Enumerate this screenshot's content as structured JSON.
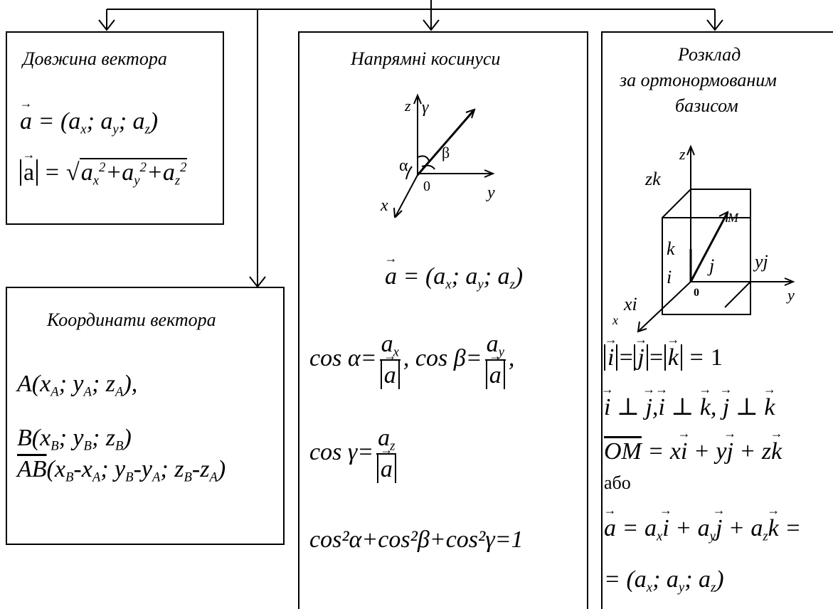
{
  "boxes": {
    "length": {
      "title": "Довжина вектора",
      "f_vec": "a = (a",
      "f_vec_rest": "; a",
      "len_label": "a"
    },
    "coords": {
      "title": "Координати вектора",
      "A": "A",
      "B": "B",
      "AB": "AB"
    },
    "cosines": {
      "title": "Напрямні косинуси",
      "fig_labels": {
        "z": "z",
        "x": "x",
        "y": "y",
        "o": "0",
        "alpha": "α",
        "beta": "β",
        "gamma": "γ"
      },
      "identity": "cos²α+cos²β+cos²γ=1"
    },
    "basis": {
      "title_lines": [
        "Розклад",
        "за ортонормованим",
        "базисом"
      ],
      "fig_labels": {
        "z": "z",
        "zk": "zk",
        "x": "x",
        "xi": "xi",
        "y": "y",
        "yj": "yj",
        "M": "M",
        "k": "k",
        "i": "i",
        "j": "j",
        "o": "0"
      },
      "unit_eq": "|i| = |j| = |k| = 1",
      "perp": "i ⊥ j, i ⊥ k, j ⊥ k",
      "om": "OM = xi + yj + zk",
      "or_word": "або",
      "expansion": "a = aₓi + aᵧj + a_zk =",
      "coords": "= (aₓ; aᵧ; a_z)"
    }
  }
}
